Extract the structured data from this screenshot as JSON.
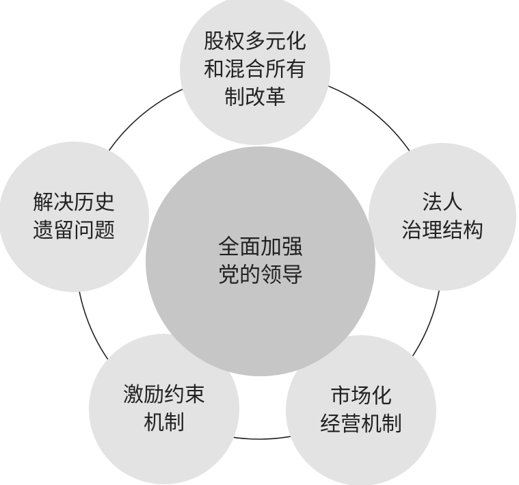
{
  "colors": {
    "background": "#ffffff",
    "outer_circle": "#e3e3e3",
    "center_circle": "#c6c6c6",
    "ring": "#222222",
    "text": "#222222"
  },
  "center": {
    "lines": [
      "全面加强",
      "党的领导"
    ]
  },
  "nodes": [
    {
      "id": "top",
      "lines": [
        "股权多元化",
        "和混合所有",
        "制改革"
      ]
    },
    {
      "id": "right",
      "lines": [
        "法人",
        "治理结构"
      ]
    },
    {
      "id": "bottom-right",
      "lines": [
        "市场化",
        "经营机制"
      ]
    },
    {
      "id": "bottom-left",
      "lines": [
        "激励约束",
        "机制"
      ]
    },
    {
      "id": "left",
      "lines": [
        "解决历史",
        "遗留问题"
      ]
    }
  ]
}
